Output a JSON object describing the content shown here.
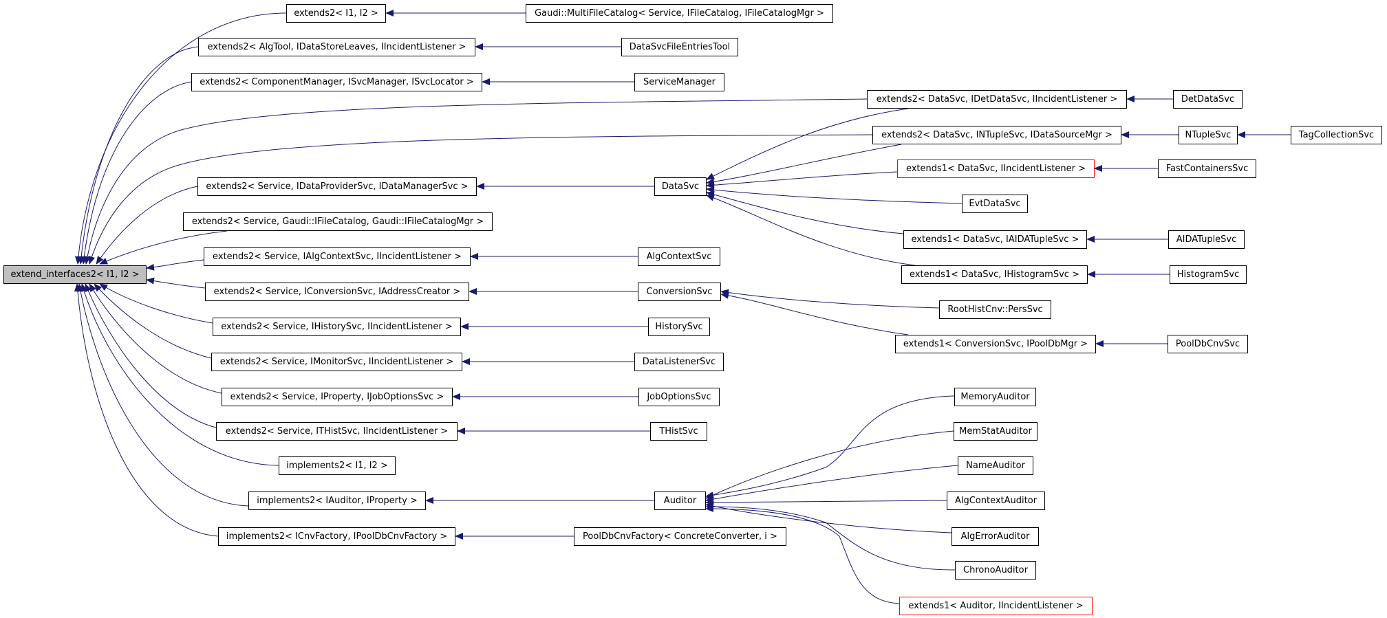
{
  "colors": {
    "edge": "#191970",
    "node_border": "#000000",
    "highlight_border": "#ff0000",
    "root_fill": "#bfbfbf",
    "background": "#ffffff"
  },
  "nodes": [
    {
      "id": "root",
      "label": "extend_interfaces2< I1, I2 >"
    },
    {
      "id": "ext_i1i2",
      "label": "extends2< I1, I2 >"
    },
    {
      "id": "mfc",
      "label": "Gaudi::MultiFileCatalog< Service, IFileCatalog, IFileCatalogMgr >"
    },
    {
      "id": "ext_algtool",
      "label": "extends2< AlgTool, IDataStoreLeaves, IIncidentListener >"
    },
    {
      "id": "dsfet",
      "label": "DataSvcFileEntriesTool"
    },
    {
      "id": "ext_compmgr",
      "label": "extends2< ComponentManager, ISvcManager, ISvcLocator >"
    },
    {
      "id": "svcmgr",
      "label": "ServiceManager"
    },
    {
      "id": "ext_detdata",
      "label": "extends2< DataSvc, IDetDataSvc, IIncidentListener >"
    },
    {
      "id": "detdatasvc",
      "label": "DetDataSvc"
    },
    {
      "id": "ext_ntuple",
      "label": "extends2< DataSvc, INTupleSvc, IDataSourceMgr >"
    },
    {
      "id": "ntuplesvc",
      "label": "NTupleSvc"
    },
    {
      "id": "tagcoll",
      "label": "TagCollectionSvc"
    },
    {
      "id": "ext1_ds_iil",
      "label": "extends1< DataSvc, IIncidentListener >"
    },
    {
      "id": "fastcont",
      "label": "FastContainersSvc"
    },
    {
      "id": "ext_dataprov",
      "label": "extends2< Service, IDataProviderSvc, IDataManagerSvc >"
    },
    {
      "id": "datasvc",
      "label": "DataSvc"
    },
    {
      "id": "evtdata",
      "label": "EvtDataSvc"
    },
    {
      "id": "ext_filecat",
      "label": "extends2< Service, Gaudi::IFileCatalog, Gaudi::IFileCatalogMgr >"
    },
    {
      "id": "ext1_aida",
      "label": "extends1< DataSvc, IAIDATupleSvc >"
    },
    {
      "id": "aidatuple",
      "label": "AIDATupleSvc"
    },
    {
      "id": "ext_algctx",
      "label": "extends2< Service, IAlgContextSvc, IIncidentListener >"
    },
    {
      "id": "algctxsvc",
      "label": "AlgContextSvc"
    },
    {
      "id": "ext1_hist",
      "label": "extends1< DataSvc, IHistogramSvc >"
    },
    {
      "id": "histsvc",
      "label": "HistogramSvc"
    },
    {
      "id": "ext_conv",
      "label": "extends2< Service, IConversionSvc, IAddressCreator >"
    },
    {
      "id": "convsvc",
      "label": "ConversionSvc"
    },
    {
      "id": "roothist",
      "label": "RootHistCnv::PersSvc"
    },
    {
      "id": "ext_history",
      "label": "extends2< Service, IHistorySvc, IIncidentListener >"
    },
    {
      "id": "historysvc",
      "label": "HistorySvc"
    },
    {
      "id": "ext1_pooldb",
      "label": "extends1< ConversionSvc, IPoolDbMgr >"
    },
    {
      "id": "pooldbcnvsvc",
      "label": "PoolDbCnvSvc"
    },
    {
      "id": "ext_monitor",
      "label": "extends2< Service, IMonitorSvc, IIncidentListener >"
    },
    {
      "id": "datalistener",
      "label": "DataListenerSvc"
    },
    {
      "id": "ext_jobopt",
      "label": "extends2< Service, IProperty, IJobOptionsSvc >"
    },
    {
      "id": "joboptsvc",
      "label": "JobOptionsSvc"
    },
    {
      "id": "memaud",
      "label": "MemoryAuditor"
    },
    {
      "id": "ext_thist",
      "label": "extends2< Service, ITHistSvc, IIncidentListener >"
    },
    {
      "id": "thistsvc",
      "label": "THistSvc"
    },
    {
      "id": "memstat",
      "label": "MemStatAuditor"
    },
    {
      "id": "impl_i1i2",
      "label": "implements2< I1, I2 >"
    },
    {
      "id": "nameaud",
      "label": "NameAuditor"
    },
    {
      "id": "impl_aud",
      "label": "implements2< IAuditor, IProperty >"
    },
    {
      "id": "auditor",
      "label": "Auditor"
    },
    {
      "id": "algctxaud",
      "label": "AlgContextAuditor"
    },
    {
      "id": "impl_cnvfac",
      "label": "implements2< ICnvFactory, IPoolDbCnvFactory >"
    },
    {
      "id": "pooldbcnvfac",
      "label": "PoolDbCnvFactory< ConcreteConverter, i >"
    },
    {
      "id": "algerr",
      "label": "AlgErrorAuditor"
    },
    {
      "id": "chrono",
      "label": "ChronoAuditor"
    },
    {
      "id": "ext1_aud_iil",
      "label": "extends1< Auditor, IIncidentListener >"
    }
  ]
}
